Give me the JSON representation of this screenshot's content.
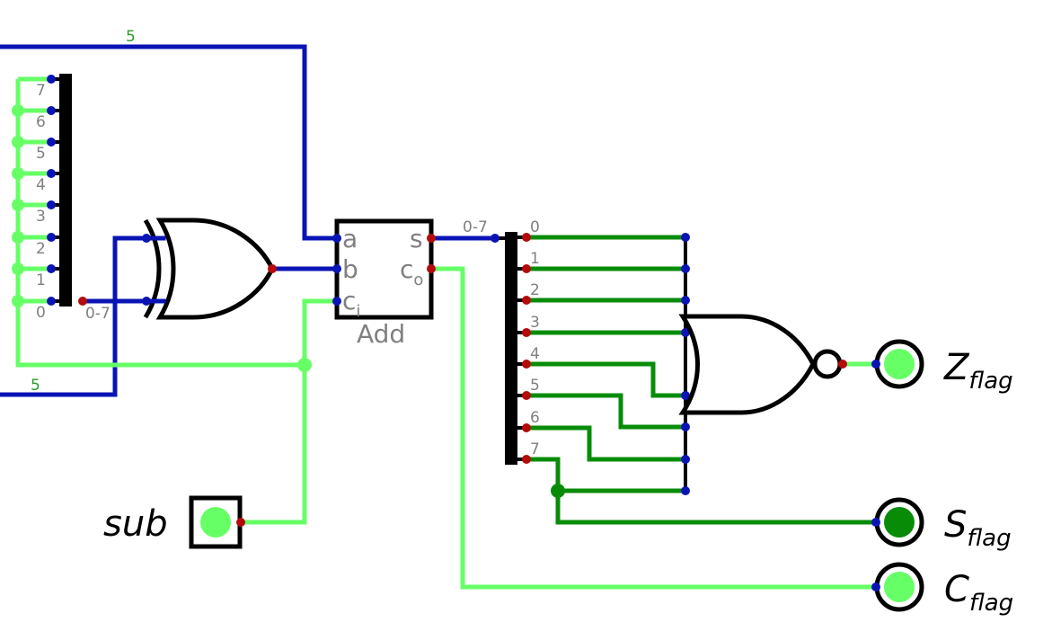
{
  "circuit": {
    "bus_width_labels": {
      "top": "5",
      "bottom": "5"
    },
    "splitter_left": {
      "bits": [
        "7",
        "6",
        "5",
        "4",
        "3",
        "2",
        "1",
        "0"
      ],
      "range_label": "0-7"
    },
    "splitter_right": {
      "bits": [
        "0",
        "1",
        "2",
        "3",
        "4",
        "5",
        "6",
        "7"
      ],
      "range_label": "0-7"
    },
    "adder": {
      "title": "Add",
      "pin_a": "a",
      "pin_b": "b",
      "pin_c": "c",
      "pin_c_sub": "i",
      "pin_s": "s",
      "pin_co": "c",
      "pin_co_sub": "o"
    },
    "input_sub": {
      "label": "sub",
      "state_color": "#66ff66"
    },
    "outputs": [
      {
        "name": "z",
        "main": "Z",
        "sub": "flag",
        "state_color": "#66ff66"
      },
      {
        "name": "s",
        "main": "S",
        "sub": "flag",
        "state_color": "#088c08"
      },
      {
        "name": "c",
        "main": "C",
        "sub": "flag",
        "state_color": "#66ff66"
      }
    ],
    "colors": {
      "bus": "#0a14b4",
      "on": "#66ff66",
      "dark": "#088c08",
      "pin_in": "#0a14b4",
      "pin_out": "#b40a0a"
    }
  }
}
